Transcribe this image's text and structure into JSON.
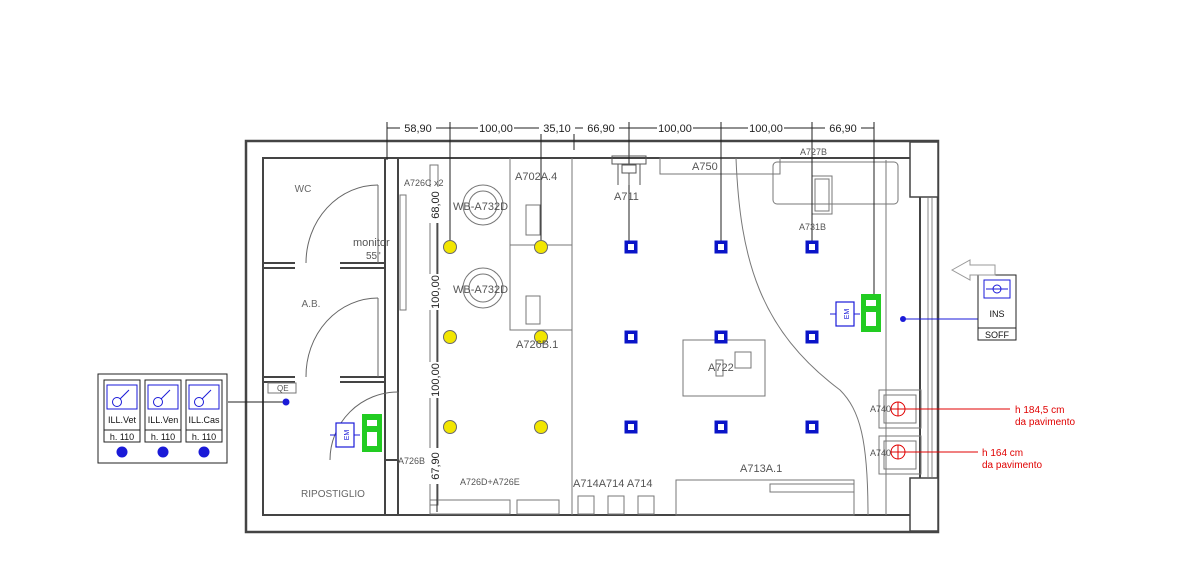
{
  "dimensions": {
    "top": [
      "58,90",
      "100,00",
      "35,10",
      "66,90",
      "100,00",
      "100,00",
      "66,90"
    ],
    "left": [
      "68,00",
      "100,00",
      "100,00",
      "67,90"
    ]
  },
  "rooms": {
    "wc": "WC",
    "ab": "A.B.",
    "ripostiglio": "RIPOSTIGLIO"
  },
  "equipment_labels": {
    "a726c": "A726C x2",
    "wb1": "WB-A732D",
    "wb2": "WB-A732D",
    "a702a": "A702A.4",
    "monitor_line1": "monitor",
    "monitor_line2": "55\"",
    "a711": "A711",
    "a750": "A750",
    "a727b": "A727B",
    "a731b": "A731B",
    "a726b1": "A726B.1",
    "a722": "A722",
    "a726b": "A726B",
    "a726de": "A726D+A726E",
    "a714": "A714A714 A714",
    "a713": "A713A.1",
    "a740a": "A740",
    "a740b": "A740",
    "qe": "QE"
  },
  "switch_panel": {
    "items": [
      {
        "label": "ILL.Vet",
        "height": "h. 110"
      },
      {
        "label": "ILL.Ven",
        "height": "h. 110"
      },
      {
        "label": "ILL.Cas",
        "height": "h. 110"
      }
    ]
  },
  "ins_panel": {
    "label": "INS",
    "sub": "SOFF"
  },
  "em_labels": {
    "em1": "EM",
    "em2": "EM"
  },
  "notes": {
    "h1_line1": "h 184,5 cm",
    "h1_line2": "da pavimento",
    "h2_line1": "h 164 cm",
    "h2_line2": "da pavimento"
  },
  "colors": {
    "wall": "#444444",
    "line": "#777777",
    "light_yellow": "#f2e600",
    "light_blue": "#0a14c8",
    "wire_blue": "#1a1ad8",
    "exit_green": "#22cc22",
    "note_red": "#e00000"
  }
}
